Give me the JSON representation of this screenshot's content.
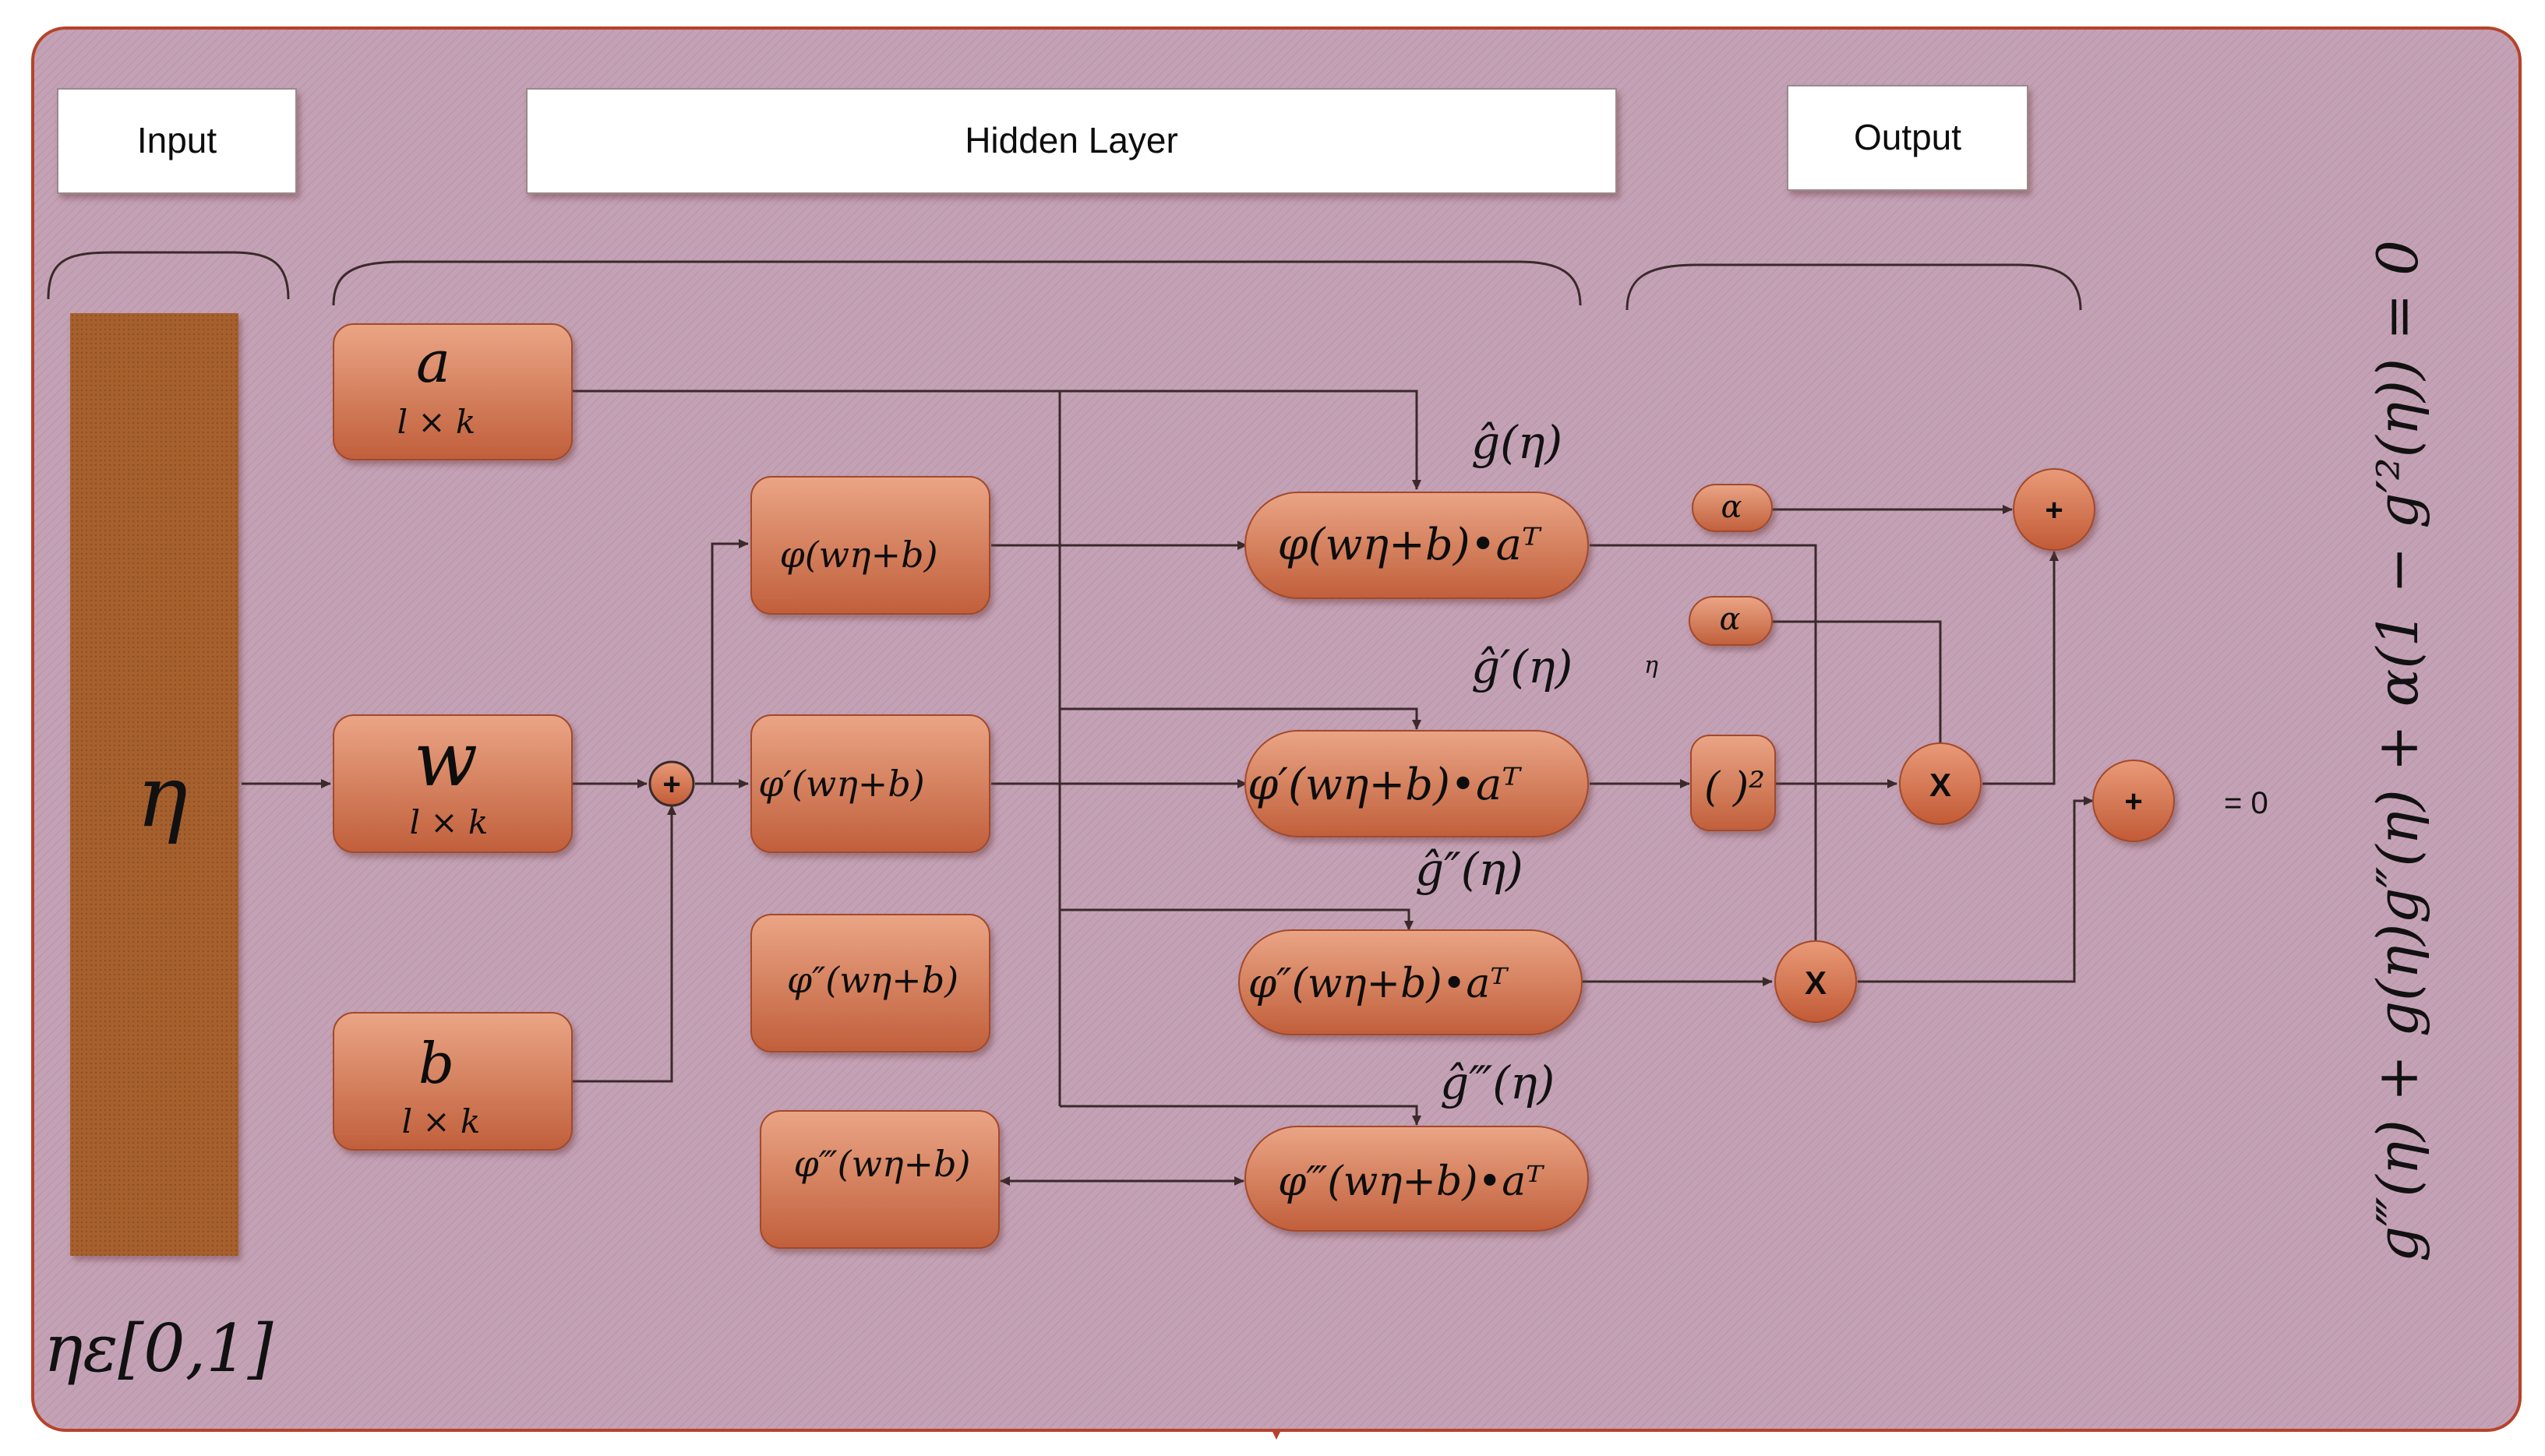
{
  "headers": {
    "input": "Input",
    "hidden": "Hidden Layer",
    "output": "Output"
  },
  "input": {
    "symbol": "η",
    "domain": "ηε[0,1]"
  },
  "params": {
    "a": {
      "name": "a",
      "dim": "l × k"
    },
    "w": {
      "name": "w",
      "dim": "l × k"
    },
    "b": {
      "name": "b",
      "dim": "l × k"
    }
  },
  "activations": {
    "phi0": "φ(wη+b)",
    "phi1": "φ′(wη+b)",
    "phi2": "φ″(wη+b)",
    "phi3": "φ‴(wη+b)"
  },
  "products": {
    "p0": "φ(wη+b)•aᵀ",
    "p1": "φ′(wη+b)•aᵀ",
    "p2": "φ″(wη+b)•aᵀ",
    "p3": "φ‴(wη+b)•aᵀ"
  },
  "derivative_labels": {
    "g0": "ĝ(η)",
    "g1": "ĝ′(η)",
    "g2": "ĝ″(η)",
    "g3": "ĝ‴(η)",
    "eta_small": "η"
  },
  "operators": {
    "sum_input": "+",
    "alpha1": "α",
    "alpha2": "α",
    "square": "(  )²",
    "mult1": "X",
    "mult2": "X",
    "sum_top": "+",
    "sum_final": "+",
    "equals_zero": "= 0"
  },
  "equation": "g‴(η) + g(η)g″(η) + α(1 − g′²(η)) = 0",
  "colors": {
    "background": "#c4a2b6",
    "node_fill_top": "#e39c7e",
    "node_fill_bottom": "#bf5f3c",
    "input_bar": "#a8602f",
    "border": "#b5432a",
    "wire": "#3a2a2a"
  }
}
